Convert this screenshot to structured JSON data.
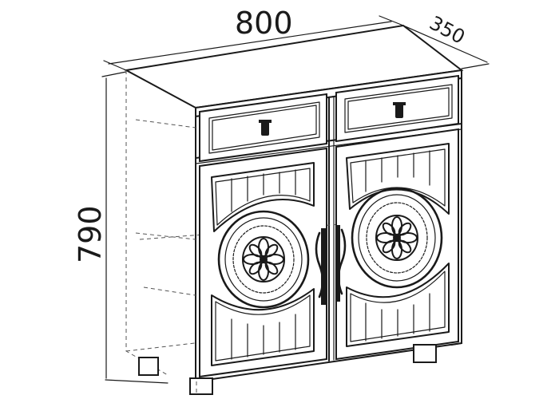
{
  "dimensions": {
    "width": "800",
    "depth": "350",
    "height": "790"
  }
}
